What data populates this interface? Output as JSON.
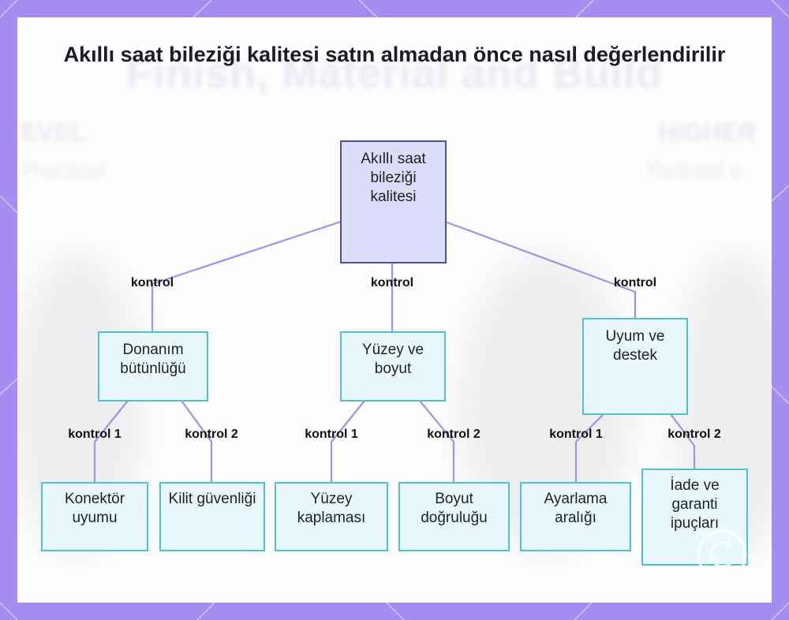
{
  "title": "Akıllı saat bileziği kalitesi satın almadan önce nasıl değerlendirilir",
  "background_text": {
    "title": "Finish, Material and Build",
    "left_heading": "EVEL",
    "left_sub": "Practical",
    "right_heading": "HIGHER",
    "right_sub": "Refined a"
  },
  "colors": {
    "frame": "#a48cf0",
    "root_fill": "#dcdcfb",
    "root_border": "#4e4ea6",
    "node_fill": "#e9f8fc",
    "node_border": "#4cc2d6",
    "edge": "#a98ee6"
  },
  "nodes": {
    "root": "Akıllı saat bileziği kalitesi",
    "hardware": "Donanım bütünlüğü",
    "surface": "Yüzey ve boyut",
    "fit": "Uyum ve destek",
    "connector": "Konektör uyumu",
    "lock": "Kilit güvenliği",
    "coating": "Yüzey kaplaması",
    "size": "Boyut doğruluğu",
    "adjust": "Ayarlama aralığı",
    "returns": "İade ve garanti ipuçları"
  },
  "edges": {
    "root_hardware": "kontrol",
    "root_surface": "kontrol",
    "root_fit": "kontrol",
    "hardware_connector": "kontrol 1",
    "hardware_lock": "kontrol 2",
    "surface_coating": "kontrol 1",
    "surface_size": "kontrol 2",
    "fit_adjust": "kontrol 1",
    "fit_returns": "kontrol 2"
  }
}
